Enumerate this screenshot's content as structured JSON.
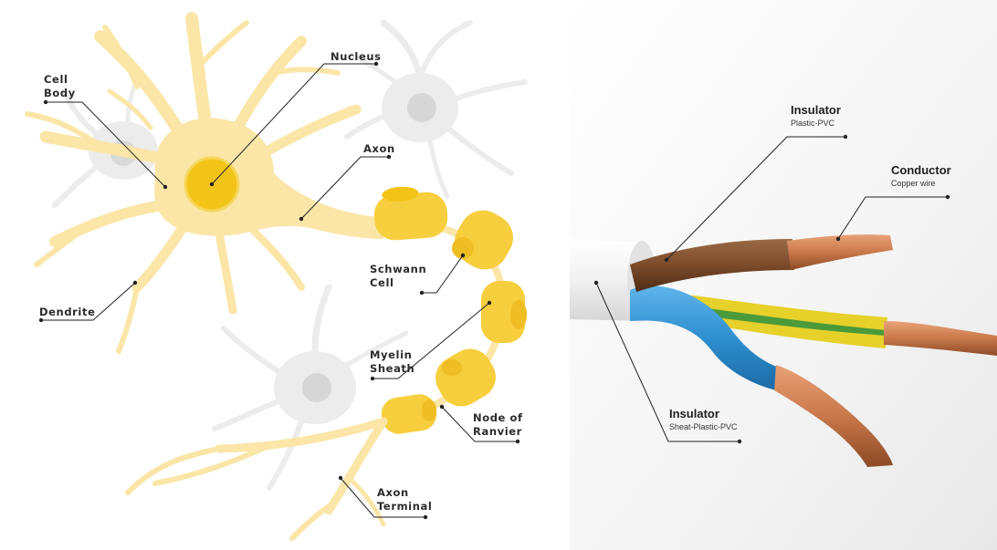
{
  "neuron": {
    "labels": {
      "cell_body": [
        "Cell",
        "Body"
      ],
      "nucleus": "Nucleus",
      "axon": "Axon",
      "schwann_cell": [
        "Schwann",
        "Cell"
      ],
      "dendrite": "Dendrite",
      "myelin_sheath": [
        "Myelin",
        "Sheath"
      ],
      "node_of_ranvier": [
        "Node of",
        "Ranvier"
      ],
      "axon_terminal": [
        "Axon",
        "Terminal"
      ]
    }
  },
  "wire": {
    "labels": {
      "insulator_top": {
        "title": "Insulator",
        "sub": "Plastic-PVC"
      },
      "conductor": {
        "title": "Conductor",
        "sub": "Copper wire"
      },
      "insulator_sheath": {
        "title": "Insulator",
        "sub": "Sheat-Plastic-PVC"
      }
    }
  },
  "colors": {
    "neuron_body": "#fbe6a8",
    "neuron_gray": "#ececec",
    "nucleus": "#f2c418",
    "myelin": "#f7ce3e",
    "wire_brown": "#7a4a2a",
    "wire_blue": "#2f8fd0",
    "wire_yellow": "#e6d12a",
    "wire_green": "#4a9a3a",
    "copper": "#c9784a",
    "leader": "#222222"
  }
}
